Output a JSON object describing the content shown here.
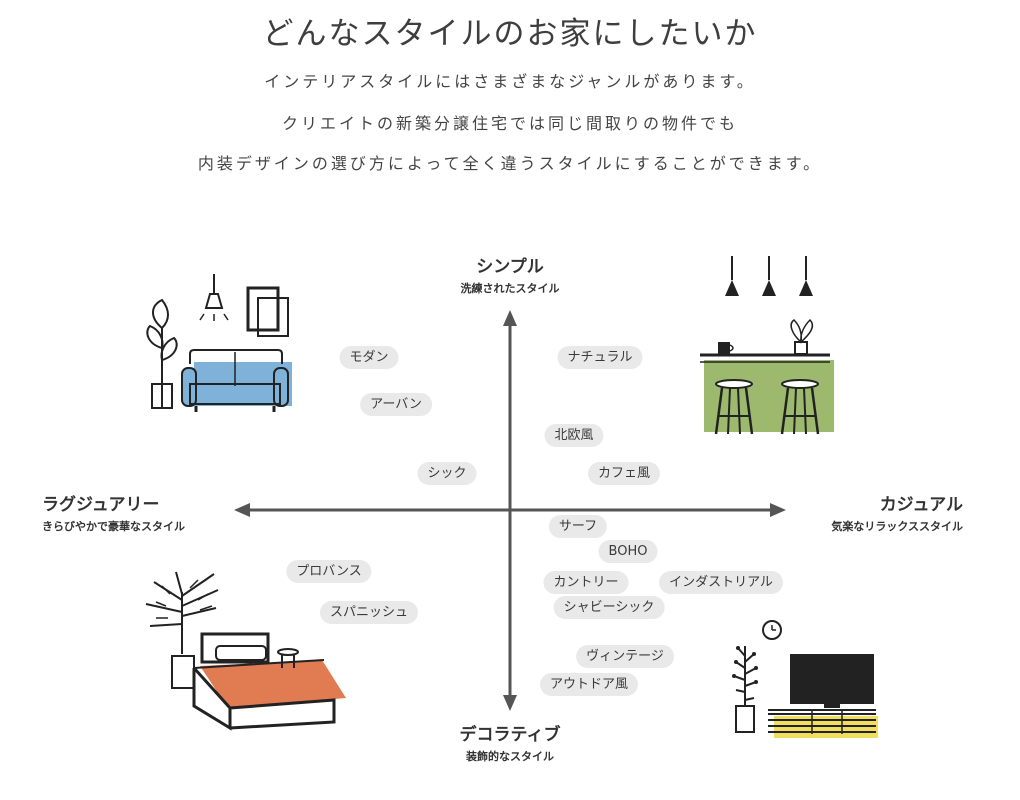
{
  "header": {
    "title": "どんなスタイルのお家にしたいか",
    "lines": [
      "インテリアスタイルにはさまざまなジャンルがあります。",
      "クリエイトの新築分譲住宅では同じ間取りの物件でも",
      "内装デザインの選び方によって全く違うスタイルにすることができます。"
    ]
  },
  "axes": {
    "top": {
      "label": "シンプル",
      "sub": "洗練されたスタイル"
    },
    "bottom": {
      "label": "デコラティブ",
      "sub": "装飾的なスタイル"
    },
    "left": {
      "label": "ラグジュアリー",
      "sub": "きらびやかで豪華なスタイル"
    },
    "right": {
      "label": "カジュアル",
      "sub": "気楽なリラックススタイル"
    }
  },
  "styles": [
    {
      "name": "モダン"
    },
    {
      "name": "アーバン"
    },
    {
      "name": "シック"
    },
    {
      "name": "ナチュラル"
    },
    {
      "name": "北欧風"
    },
    {
      "name": "カフェ風"
    },
    {
      "name": "サーフ"
    },
    {
      "name": "BOHO"
    },
    {
      "name": "カントリー"
    },
    {
      "name": "インダストリアル"
    },
    {
      "name": "シャビーシック"
    },
    {
      "name": "ヴィンテージ"
    },
    {
      "name": "アウトドア風"
    },
    {
      "name": "プロバンス"
    },
    {
      "name": "スパニッシュ"
    }
  ],
  "colors": {
    "axis": "#555555",
    "tag_bg": "#e9e9e9",
    "sofa": "#7fb2d9",
    "counter": "#9cb96e",
    "bed": "#e07b52",
    "tv_stand": "#f0de5c"
  },
  "illustrations": {
    "top_left": "sofa-room-icon",
    "top_right": "cafe-counter-icon",
    "bottom_left": "bedroom-icon",
    "bottom_right": "tv-stand-icon"
  }
}
